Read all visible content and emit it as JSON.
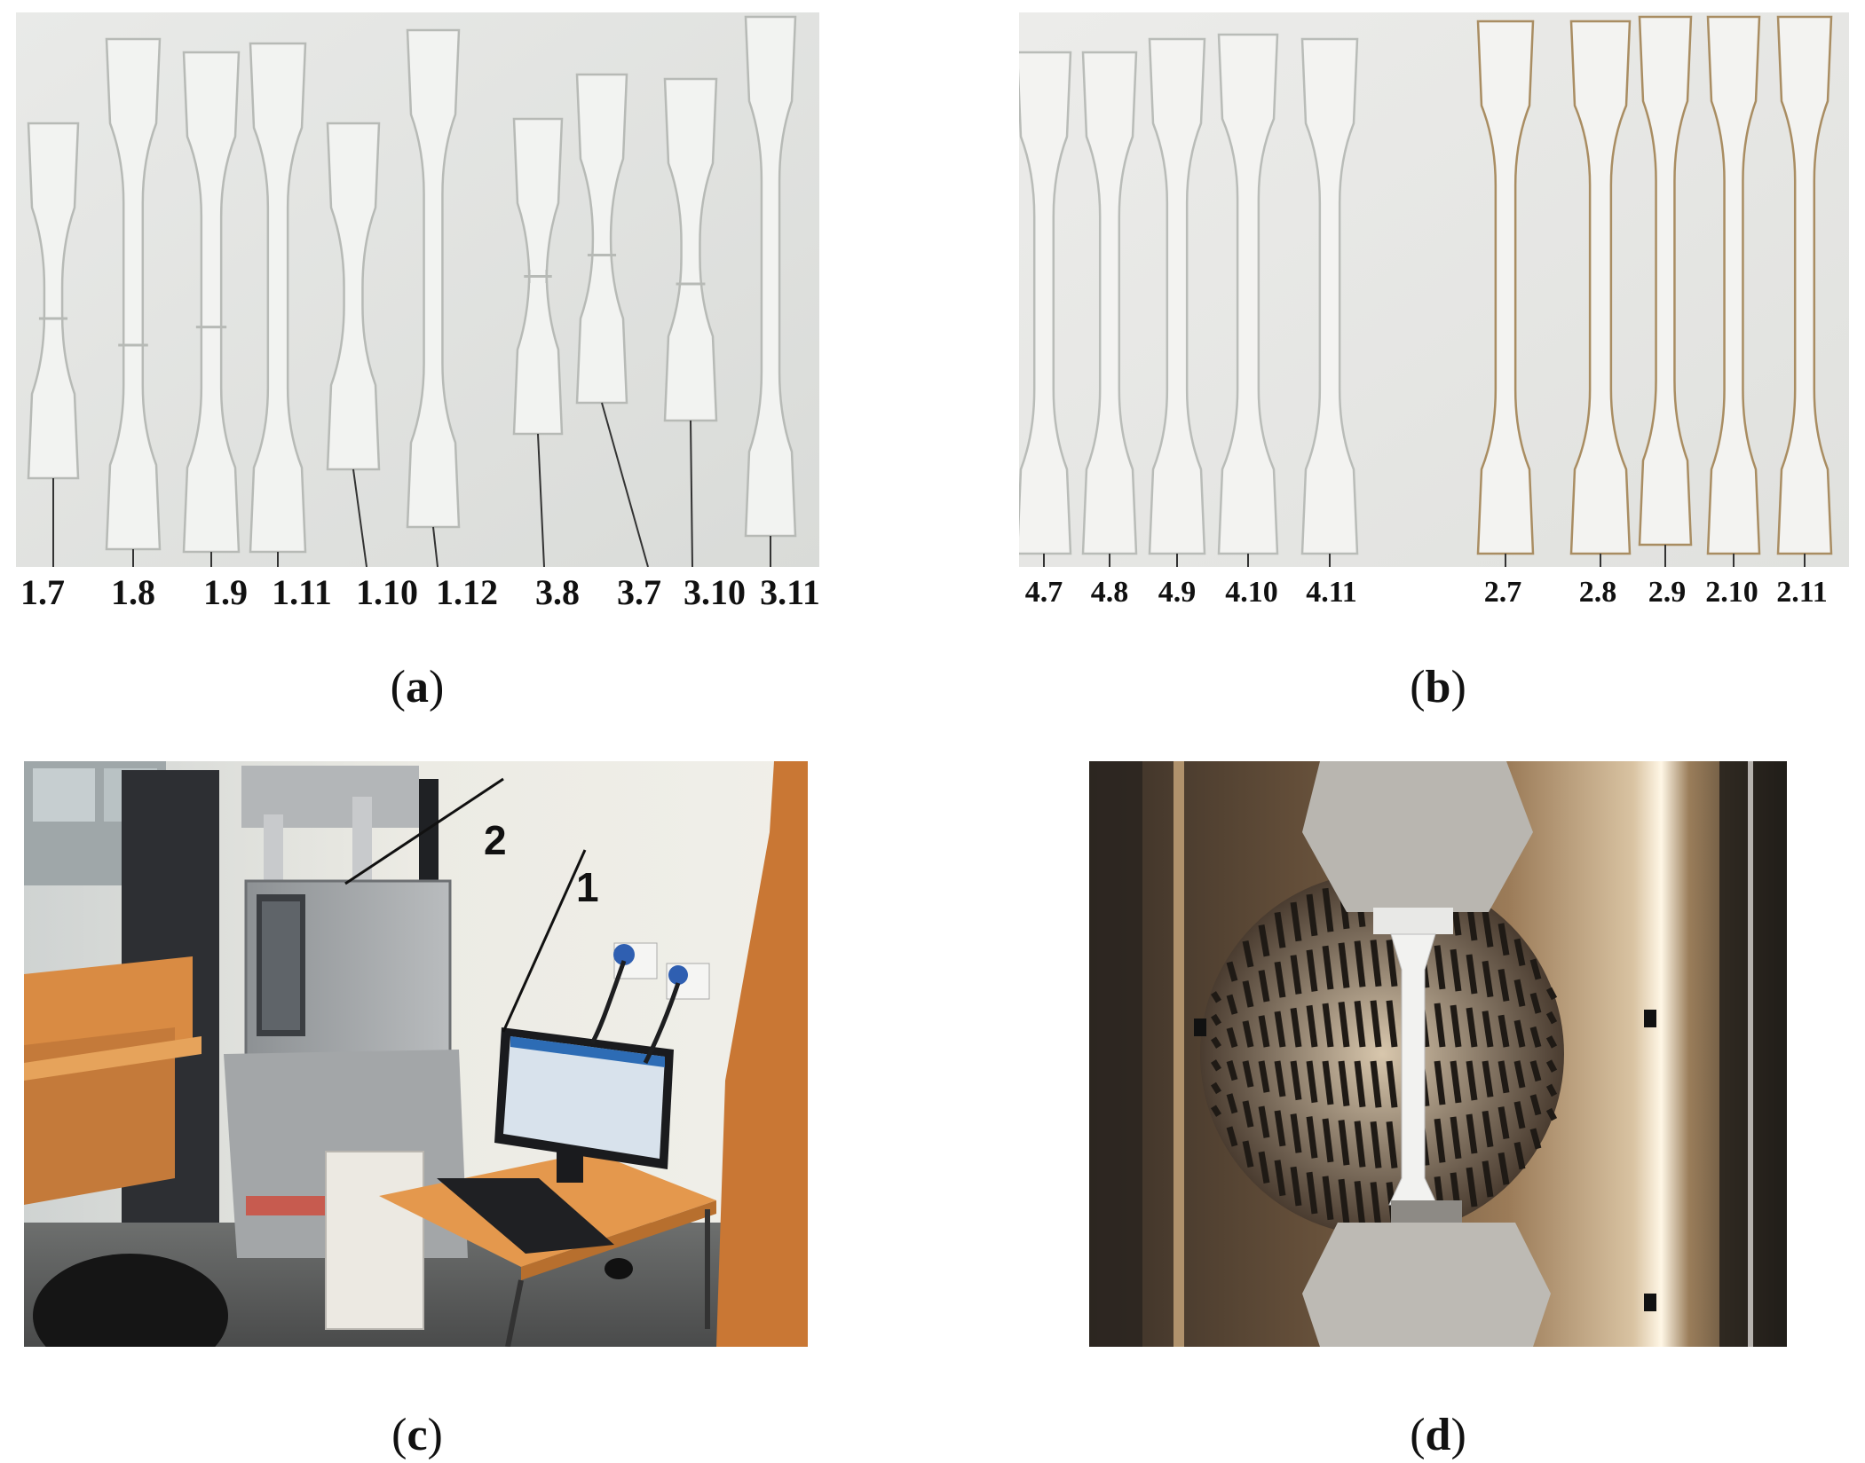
{
  "panels": {
    "a": {
      "caption_open": "(",
      "caption_letter": "a",
      "caption_close": ")",
      "labels": [
        "1.7",
        "1.8",
        "1.9",
        "1.11",
        "1.10",
        "1.12",
        "3.8",
        "3.7",
        "3.10",
        "3.11"
      ]
    },
    "b": {
      "caption_open": "(",
      "caption_letter": "b",
      "caption_close": ")",
      "labels": [
        "4.7",
        "4.8",
        "4.9",
        "4.10",
        "4.11",
        "2.7",
        "2.8",
        "2.9",
        "2.10",
        "2.11"
      ]
    },
    "c": {
      "caption_open": "(",
      "caption_letter": "c",
      "caption_close": ")",
      "callouts": [
        "2",
        "1"
      ]
    },
    "d": {
      "caption_open": "(",
      "caption_letter": "d",
      "caption_close": ")"
    }
  },
  "colors": {
    "backdrop_a": "#e4e5e3",
    "backdrop_b": "#e8e9e6",
    "specimen_clear": "#f4f5f3",
    "specimen_edge": "#b9bcb8",
    "specimen_amber_edge": "#a98d62",
    "lab_wall": "#e7e6df",
    "desk_orange": "#e39a4f",
    "machine_grey": "#a5a8ab",
    "chamber_bronze": "#7a6046"
  },
  "icons": [
    "pointer-line",
    "specimen-strip"
  ]
}
